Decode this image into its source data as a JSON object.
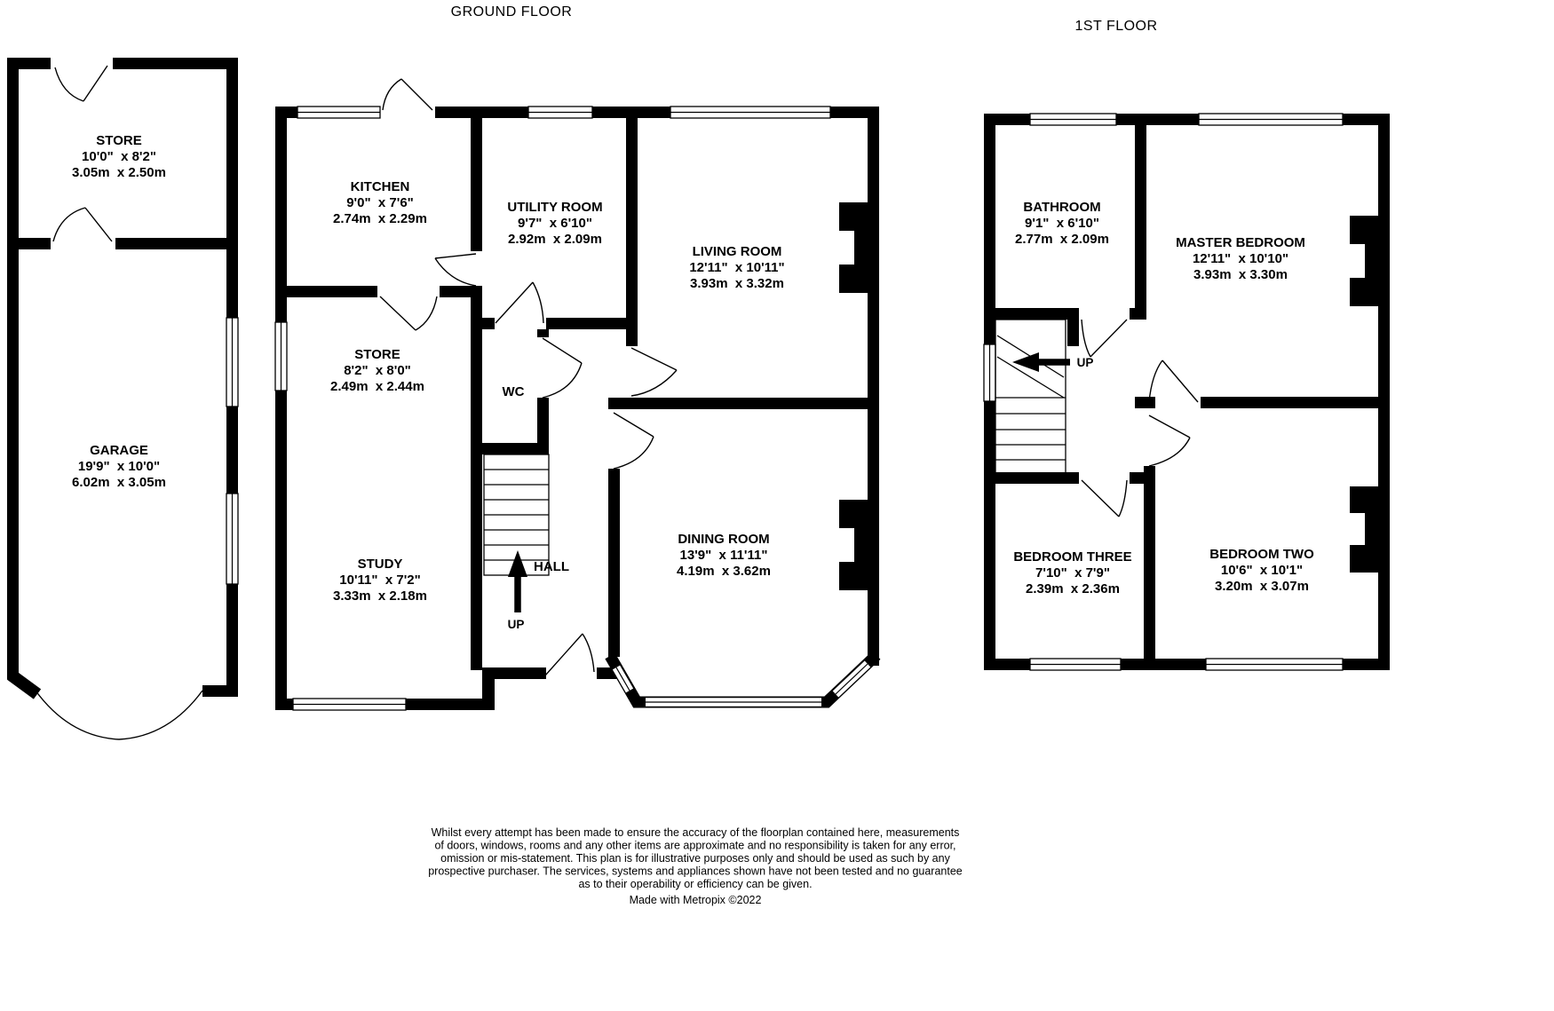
{
  "meta": {
    "background": "#ffffff",
    "wall_color": "#000000",
    "text_color": "#000000"
  },
  "titles": {
    "ground_floor": "GROUND FLOOR",
    "first_floor": "1ST FLOOR"
  },
  "ground_floor": {
    "garage_block": {
      "store": {
        "name": "STORE",
        "imperial": "10'0\"  x 8'2\"",
        "metric": "3.05m  x 2.50m"
      },
      "garage": {
        "name": "GARAGE",
        "imperial": "19'9\"  x 10'0\"",
        "metric": "6.02m  x 3.05m"
      }
    },
    "house": {
      "kitchen": {
        "name": "KITCHEN",
        "imperial": "9'0\"  x 7'6\"",
        "metric": "2.74m  x 2.29m"
      },
      "utility": {
        "name": "UTILITY ROOM",
        "imperial": "9'7\"  x 6'10\"",
        "metric": "2.92m  x 2.09m"
      },
      "living": {
        "name": "LIVING ROOM",
        "imperial": "12'11\"  x 10'11\"",
        "metric": "3.93m  x 3.32m"
      },
      "store": {
        "name": "STORE",
        "imperial": "8'2\"  x 8'0\"",
        "metric": "2.49m  x 2.44m"
      },
      "wc": {
        "name": "WC"
      },
      "study": {
        "name": "STUDY",
        "imperial": "10'11\"  x 7'2\"",
        "metric": "3.33m  x 2.18m"
      },
      "hall": {
        "name": "HALL",
        "up": "UP"
      },
      "dining": {
        "name": "DINING ROOM",
        "imperial": "13'9\"  x 11'11\"",
        "metric": "4.19m  x 3.62m"
      }
    }
  },
  "first_floor": {
    "bathroom": {
      "name": "BATHROOM",
      "imperial": "9'1\"  x 6'10\"",
      "metric": "2.77m  x 2.09m"
    },
    "master": {
      "name": "MASTER BEDROOM",
      "imperial": "12'11\"  x 10'10\"",
      "metric": "3.93m  x 3.30m"
    },
    "landing": {
      "up": "UP"
    },
    "bedroom_three": {
      "name": "BEDROOM THREE",
      "imperial": "7'10\"  x 7'9\"",
      "metric": "2.39m  x 2.36m"
    },
    "bedroom_two": {
      "name": "BEDROOM TWO",
      "imperial": "10'6\"  x 10'1\"",
      "metric": "3.20m  x 3.07m"
    }
  },
  "disclaimer": {
    "lines": [
      "Whilst every attempt has been made to ensure the accuracy of the floorplan contained here, measurements",
      "of doors, windows, rooms and any other items are approximate and no responsibility is taken for any error,",
      "omission or mis-statement. This plan is for illustrative purposes only and should be used as such by any",
      "prospective purchaser. The services, systems and appliances shown have not been tested and no guarantee",
      "as to their operability or efficiency can be given."
    ],
    "credit": "Made with Metropix ©2022"
  }
}
